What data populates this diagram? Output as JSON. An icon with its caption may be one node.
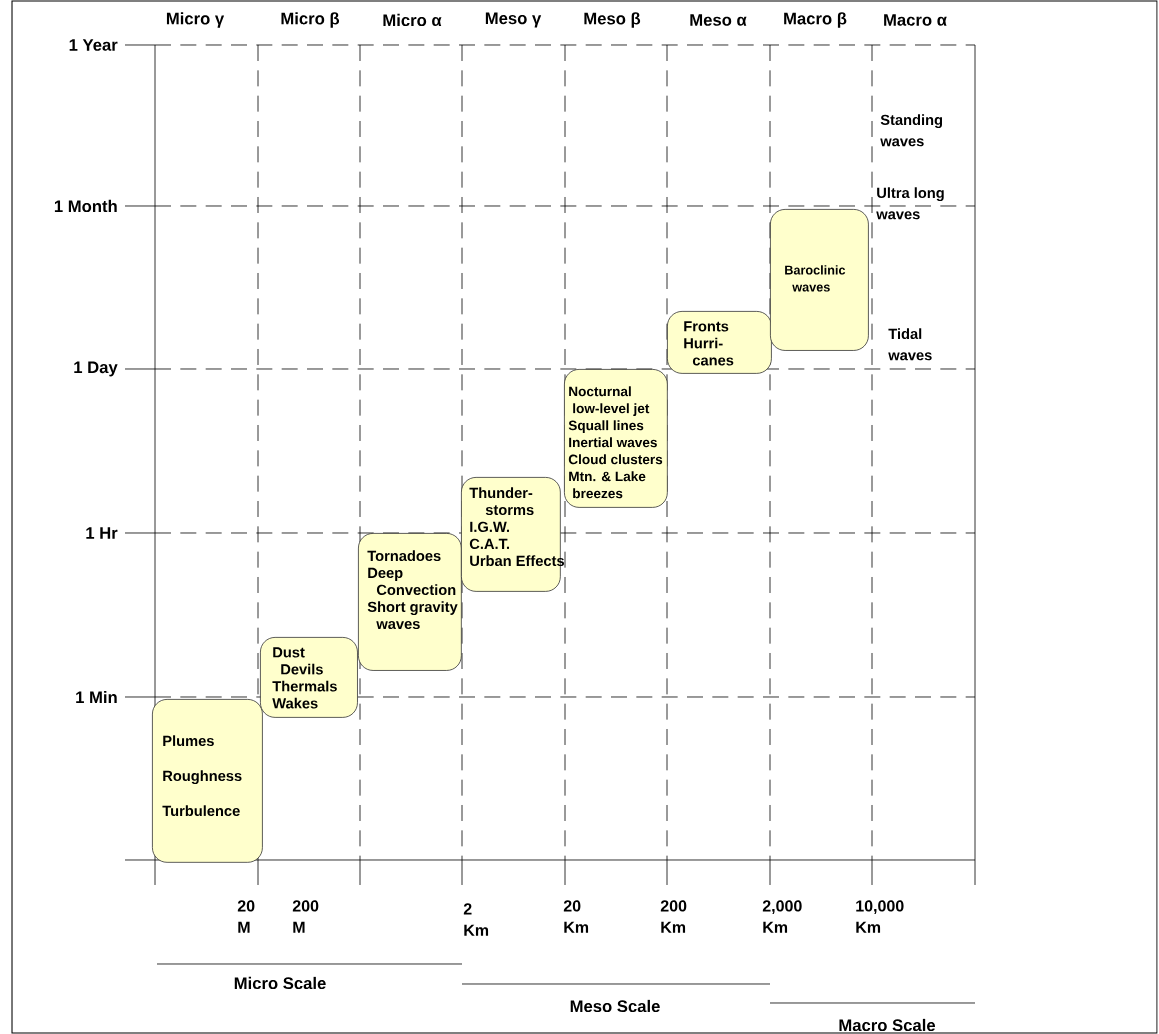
{
  "diagram": {
    "nodes": [
      {
        "text": [
          "Plumes",
          "Roughness",
          "Turbulence"
        ]
      },
      {
        "text": [
          "Dust Devils",
          "Thermals",
          "Wakes"
        ]
      },
      {
        "text": [
          "Tornadoes",
          "Deep Convection",
          "Short gravity waves"
        ]
      },
      {
        "text": [
          "Thunder- storms",
          "I.G.W.",
          "C.A.T.",
          "Urban Effects"
        ]
      },
      {
        "text": [
          "Nocturnal low-level jet",
          "Squall lines",
          "Inertial waves",
          "Cloud clusters",
          "Mtn. & Lake breezes"
        ]
      },
      {
        "text": [
          "Fronts",
          "Hurri- canes"
        ]
      },
      {
        "text": [
          "Baroclinic waves"
        ]
      }
    ],
    "labels": [
      "Micro γ",
      "Micro β",
      "Micro α",
      "Meso γ",
      "Meso β",
      "Meso α",
      "Macro β",
      "Macro α",
      "1 Year",
      "1 Month",
      "1 Day",
      "1 Hr",
      "1 Min",
      "Standing waves",
      "Ultra long waves",
      "Tidal waves",
      "20 M",
      "200 M",
      "2 Km",
      "20 Km",
      "200 Km",
      "2,000 Km",
      "10,000 Km",
      "Micro Scale",
      "Meso Scale",
      "Macro Scale"
    ]
  }
}
